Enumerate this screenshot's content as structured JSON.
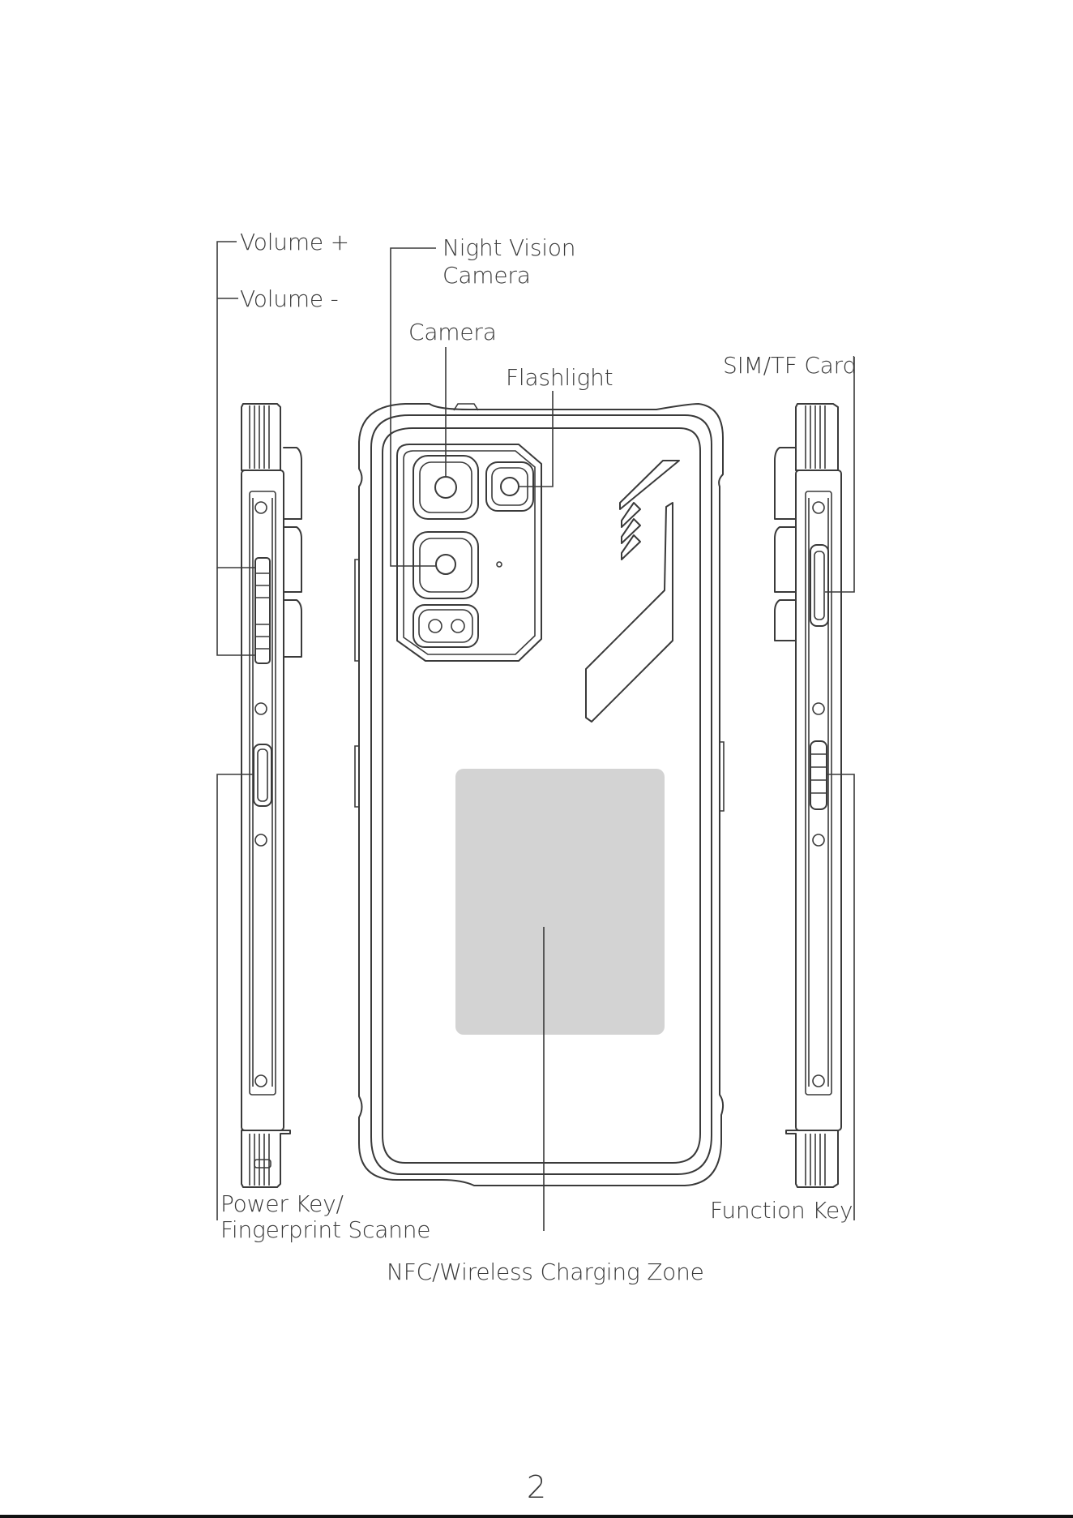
{
  "labels": {
    "volume_up": "Volume +",
    "volume_down": "Volume -",
    "night_vision_line1": "Night Vision",
    "night_vision_line2": "Camera",
    "camera": "Camera",
    "flashlight": "Flashlight",
    "sim_tf_card": "SIM/TF Card",
    "power_key_line1": "Power Key/",
    "power_key_line2": "Fingerprint Scanne",
    "function_key": "Function Key",
    "nfc_zone": "NFC/Wireless Charging Zone"
  },
  "page_number": "2",
  "colors": {
    "line": "#3a3a3a",
    "nfc_zone_fill": "#d3d3d3",
    "background": "#ffffff"
  }
}
